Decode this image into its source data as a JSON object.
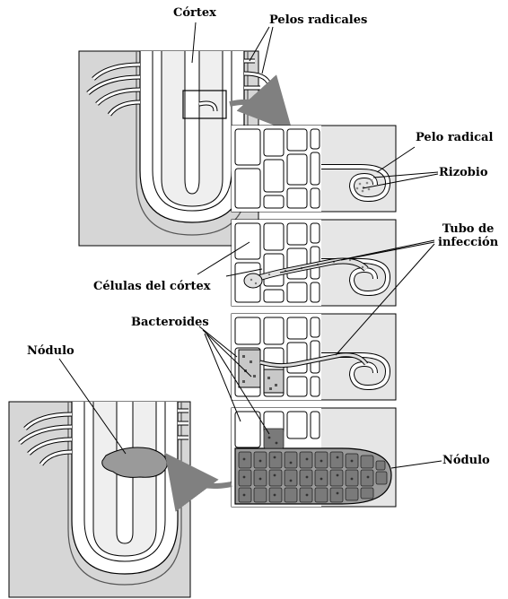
{
  "labels": {
    "cortex": "Córtex",
    "pelos_radicales": "Pelos radicales",
    "pelo_radical": "Pelo radical",
    "rizobio": "Rizobio",
    "tubo_de_infeccion": "Tubo de\ninfección",
    "celulas_del_cortex": "Células del córtex",
    "bacteroides": "Bacteroides",
    "nodulo_left": "Nódulo",
    "nodulo_right": "Nódulo"
  },
  "colors": {
    "panel_bg": "#d6d6d6",
    "panel_bg_light": "#e6e6e6",
    "outline": "#000000",
    "root_fill": "#ffffff",
    "root_core": "#efefef",
    "nodule": "#9a9a9a",
    "arrow": "#808080",
    "bacteroid_cell": "#7a7a7a",
    "bacteroid_dark": "#3a3a3a"
  },
  "icons": [
    "root-tip-diagram",
    "curved-arrow",
    "nodule-shape",
    "root-hair"
  ]
}
